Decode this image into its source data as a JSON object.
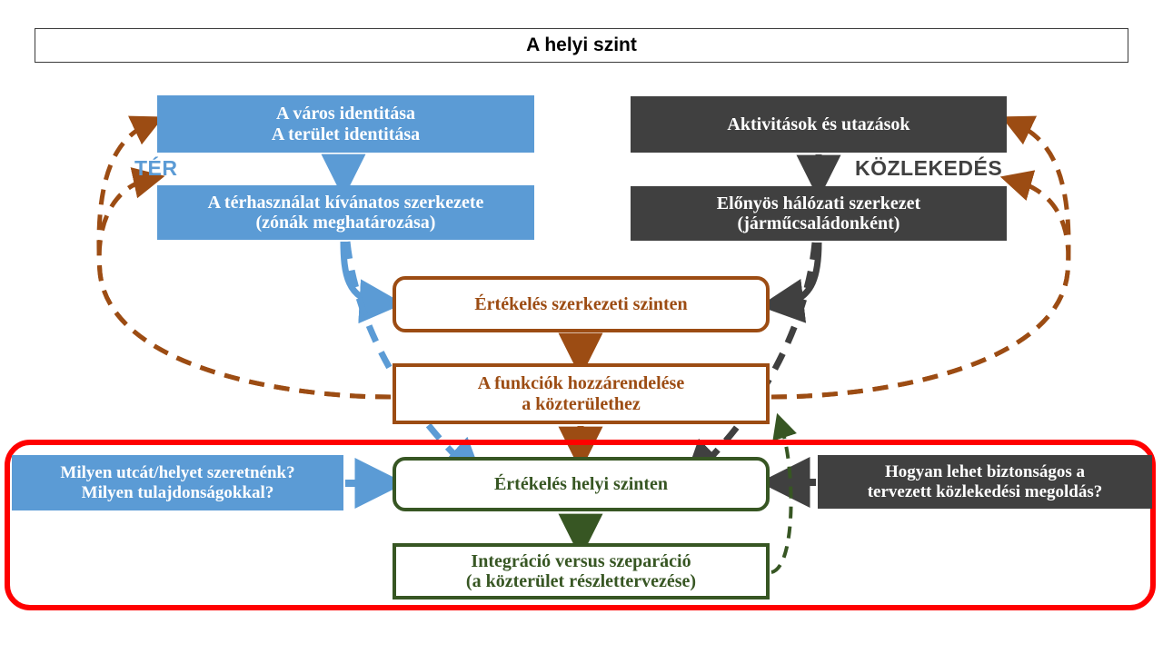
{
  "diagram": {
    "title": "A helyi szint",
    "captions": {
      "space": "TÉR",
      "transport": "KÖZLEKEDÉS"
    },
    "colors": {
      "blue": "#5b9bd5",
      "dark": "#404040",
      "brown": "#9c4c13",
      "green": "#375623",
      "red_highlight": "#ff0000",
      "title_border": "#3a3a3a",
      "page_background": "#ffffff"
    },
    "nodes": {
      "space_identity": {
        "line1": "A város identitása",
        "line2": "A terület identitása"
      },
      "space_structure": {
        "line1": "A térhasználat kívánatos szerkezete",
        "line2": "(zónák meghatározása)"
      },
      "space_question": {
        "line1": "Milyen utcát/helyet szeretnénk?",
        "line2": "Milyen tulajdonságokkal?"
      },
      "transport_activities": {
        "line1": "Aktivitások és utazások",
        "line2": ""
      },
      "transport_network": {
        "line1": "Előnyös hálózati szerkezet",
        "line2": "(járműcsaládonként)"
      },
      "transport_question": {
        "line1": "Hogyan lehet biztonságos a",
        "line2": "tervezett közlekedési megoldás?"
      },
      "eval_structural": {
        "line1": "Értékelés szerkezeti szinten",
        "line2": ""
      },
      "function_assignment": {
        "line1": "A funkciók hozzárendelése",
        "line2": "a közterülethez"
      },
      "eval_local": {
        "line1": "Értékelés helyi szinten",
        "line2": ""
      },
      "integration_separation": {
        "line1": "Integráció versus szeparáció",
        "line2": "(a közterület részlettervezése)"
      }
    }
  }
}
